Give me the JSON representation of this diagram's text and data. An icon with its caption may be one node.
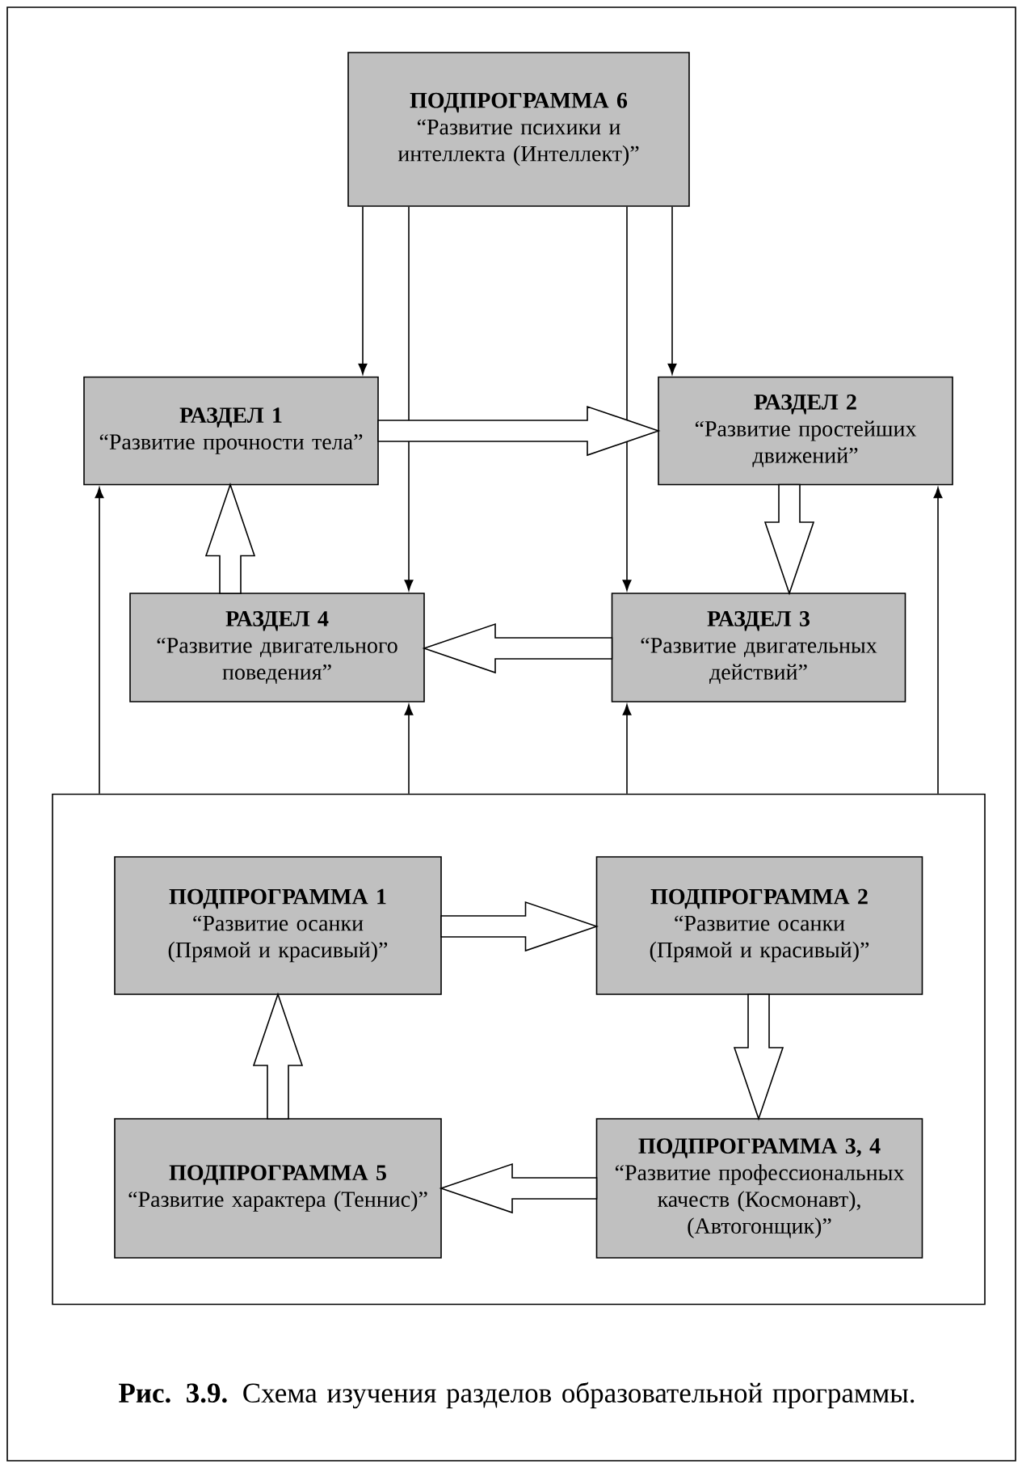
{
  "diagram": {
    "caption": "**Рис. 3.9.** Схема изучения разделов образовательной программы.",
    "nodes": [
      {
        "text": [
          "ПОДПРОГРАММА 6",
          "“Развитие психики и интеллекта (Интеллект)”"
        ]
      },
      {
        "text": [
          "РАЗДЕЛ 1",
          "“Развитие прочности тела”"
        ]
      },
      {
        "text": [
          "РАЗДЕЛ 2",
          "“Развитие простейших движений”"
        ]
      },
      {
        "text": [
          "РАЗДЕЛ 4",
          "“Развитие двигательного поведения”"
        ]
      },
      {
        "text": [
          "РАЗДЕЛ 3",
          "“Развитие двигательных действий”"
        ]
      },
      {
        "text": [],
        "shape": "box"
      },
      {
        "text": [
          "ПОДПРОГРАММА 1",
          "“Развитие осанки (Прямой и красивый)”"
        ],
        "in": 5
      },
      {
        "text": [
          "ПОДПРОГРАММА 2",
          "“Развитие осанки (Прямой и красивый)”"
        ],
        "in": 5
      },
      {
        "text": [
          "ПОДПРОГРАММА 5",
          "“Развитие характера (Теннис)”"
        ],
        "in": 5
      },
      {
        "text": [
          "ПОДПРОГРАММА 3, 4",
          "“Развитие профессиональных качеств (Космонавт), (Автогонщик)”"
        ],
        "in": 5
      }
    ],
    "edges": [
      {
        "from": 0,
        "to": 1,
        "arrow": "to"
      },
      {
        "from": 0,
        "to": 3,
        "arrow": "to"
      },
      {
        "from": 0,
        "to": 4,
        "arrow": "to"
      },
      {
        "from": 0,
        "to": 2,
        "arrow": "to"
      },
      {
        "from": 1,
        "to": 2,
        "arrow": "to",
        "style": "thick"
      },
      {
        "from": 2,
        "to": 4,
        "arrow": "to",
        "style": "thick"
      },
      {
        "from": 4,
        "to": 3,
        "arrow": "to",
        "style": "thick"
      },
      {
        "from": 3,
        "to": 1,
        "arrow": "to",
        "style": "thick"
      },
      {
        "from": 5,
        "to": 1,
        "arrow": "to"
      },
      {
        "from": 5,
        "to": 3,
        "arrow": "to"
      },
      {
        "from": 5,
        "to": 4,
        "arrow": "to"
      },
      {
        "from": 5,
        "to": 2,
        "arrow": "to"
      },
      {
        "from": 6,
        "to": 7,
        "arrow": "to",
        "style": "thick"
      },
      {
        "from": 7,
        "to": 9,
        "arrow": "to",
        "style": "thick"
      },
      {
        "from": 9,
        "to": 8,
        "arrow": "to",
        "style": "thick"
      },
      {
        "from": 8,
        "to": 6,
        "arrow": "to",
        "style": "thick"
      }
    ]
  }
}
